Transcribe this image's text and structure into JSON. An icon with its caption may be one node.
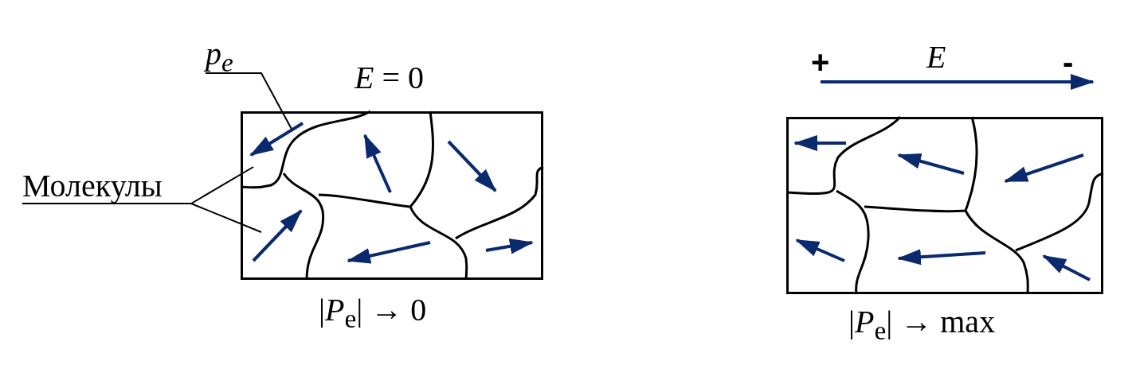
{
  "diagram": {
    "nodes": [
      {
        "text": [
          "p$_{e}$"
        ]
      },
      {
        "text": [
          "Молекулы"
        ]
      },
      {
        "text": [],
        "shape": "box"
      },
      {
        "text": [],
        "shape": "arrow",
        "in": 2
      },
      {
        "text": [],
        "shape": "box"
      }
    ],
    "edges": [
      {
        "from": 0,
        "to": 3,
        "arrow": "none"
      },
      {
        "from": 1,
        "to": 2,
        "arrow": "none"
      },
      {
        "from": 1,
        "to": 2,
        "arrow": "none"
      }
    ],
    "labels": [
      "*E* = 0",
      "|*P*$_{e}$| → 0",
      "+",
      "E",
      "-",
      "|*P*$_{e}$| → max"
    ]
  }
}
